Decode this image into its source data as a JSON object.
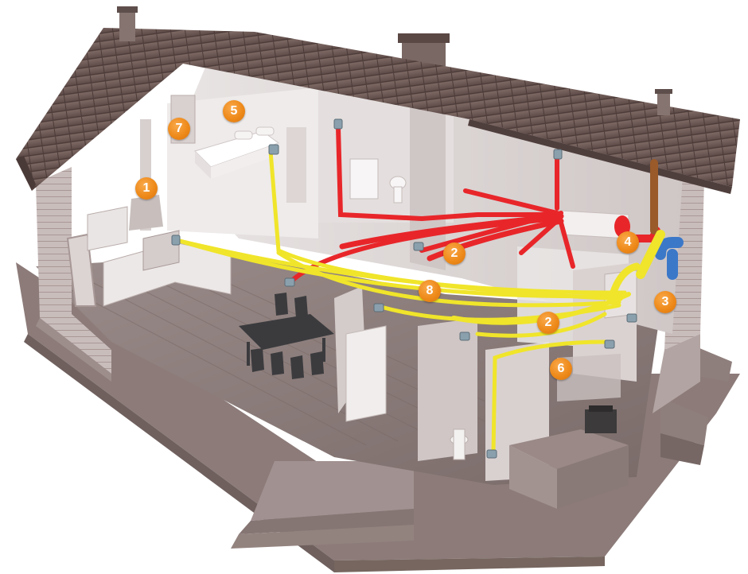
{
  "markers": [
    {
      "id": "m1",
      "label": "1"
    },
    {
      "id": "m2a",
      "label": "2"
    },
    {
      "id": "m2b",
      "label": "2"
    },
    {
      "id": "m3",
      "label": "3"
    },
    {
      "id": "m4",
      "label": "4"
    },
    {
      "id": "m5",
      "label": "5"
    },
    {
      "id": "m6",
      "label": "6"
    },
    {
      "id": "m7",
      "label": "7"
    },
    {
      "id": "m8",
      "label": "8"
    }
  ],
  "colors": {
    "marker": "#ee8a1a",
    "supply_duct": "#f0e52a",
    "extract_duct": "#e8262a",
    "roof": "#6e5a55",
    "walls": "#bdb0ae",
    "floor": "#8a7a78"
  }
}
